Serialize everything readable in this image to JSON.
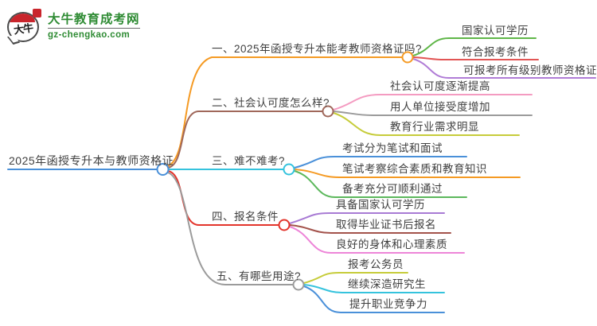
{
  "logo": {
    "title": "大牛教育成考网",
    "domain": "gz-chengkao.com",
    "mark_text": "大牛",
    "brand_green": "#2E8B33",
    "seal_red": "#C9252C"
  },
  "mindmap": {
    "text_color": "#3F3F3F",
    "root": {
      "label": "2025年函授专升本与教师资格证",
      "color": "#4A90D9"
    },
    "branches": [
      {
        "label": "一、2025年函授专升本能考教师资格证吗?",
        "color": "#F59A23",
        "children": [
          {
            "label": "国家认可学历",
            "color": "#5FB648"
          },
          {
            "label": "符合报考条件",
            "color": "#E25554"
          },
          {
            "label": "可报考所有级别教师资格证",
            "color": "#B07CD6"
          }
        ]
      },
      {
        "label": "二、社会认可度怎么样?",
        "color": "#A0685B",
        "children": [
          {
            "label": "社会认可度逐渐提高",
            "color": "#F49BC1"
          },
          {
            "label": "用人单位接受度增加",
            "color": "#9B9B9B"
          },
          {
            "label": "教育行业需求明显",
            "color": "#C6CC3A"
          }
        ]
      },
      {
        "label": "三、难不难考?",
        "color": "#35C3DD",
        "children": [
          {
            "label": "考试分为笔试和面试",
            "color": "#4A90D9"
          },
          {
            "label": "笔试考察综合素质和教育知识",
            "color": "#F59A23"
          },
          {
            "label": "备考充分可顺利通过",
            "color": "#5CB85C"
          }
        ]
      },
      {
        "label": "四、报名条件",
        "color": "#E3342B",
        "children": [
          {
            "label": "具备国家认可学历",
            "color": "#A87BD4"
          },
          {
            "label": "取得毕业证书后报名",
            "color": "#A3524B"
          },
          {
            "label": "良好的身体和心理素质",
            "color": "#ED85D8"
          }
        ]
      },
      {
        "label": "五、有哪些用途?",
        "color": "#9B9B9B",
        "children": [
          {
            "label": "报考公务员",
            "color": "#C6CC3A"
          },
          {
            "label": "继续深造研究生",
            "color": "#35C3DD"
          },
          {
            "label": "提升职业竞争力",
            "color": "#4A90D9"
          }
        ]
      }
    ]
  }
}
